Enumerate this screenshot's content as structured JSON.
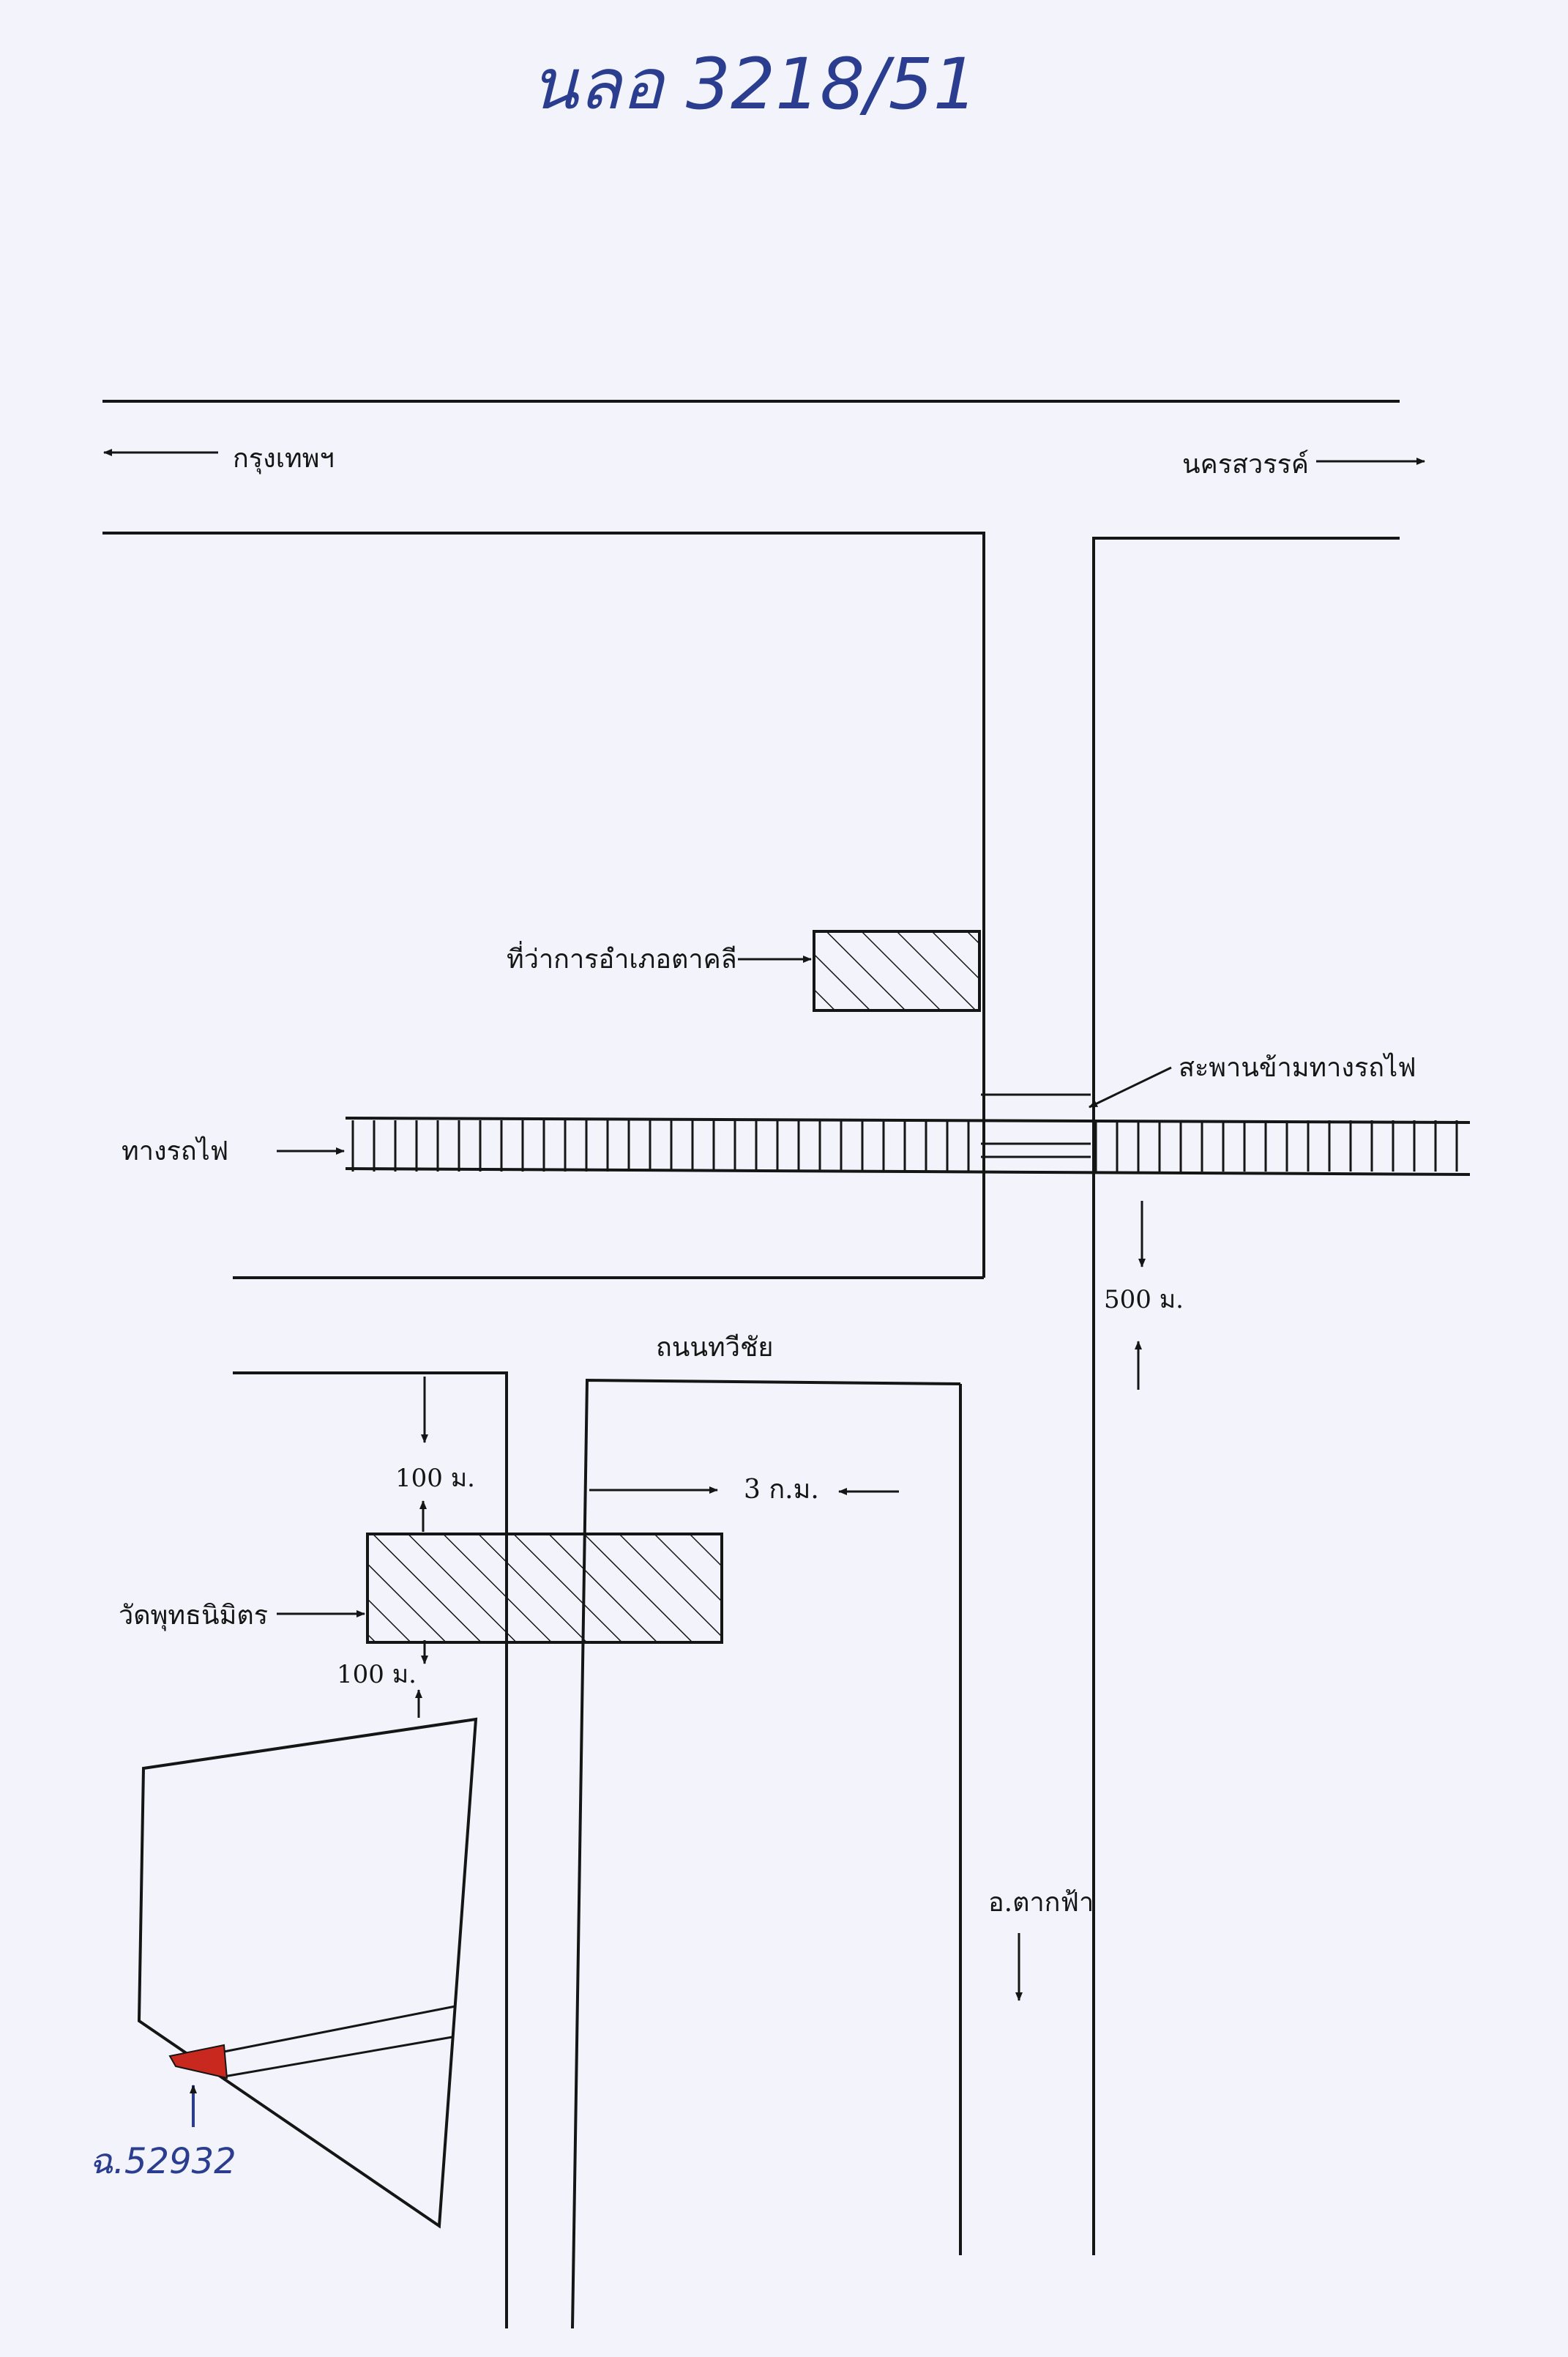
{
  "header": {
    "handwritten_ref": "นลอ 3218/51"
  },
  "map": {
    "labels": {
      "bangkok": "กรุงเทพฯ",
      "nakhon_sawan": "นครสวรรค์",
      "district_office": "ที่ว่าการอำเภอตาคลี",
      "railway_bridge": "สะพานข้ามทางรถไฟ",
      "railway": "ทางรถไฟ",
      "distance_500": "500 ม.",
      "road_thawichai": "ถนนทวีชัย",
      "distance_100_top": "100 ม.",
      "distance_3km": "3 ก.ม.",
      "temple": "วัดพุทธนิมิตร",
      "distance_100_bottom": "100 ม.",
      "tak_fa": "อ.ตากฟ้า",
      "parcel_ref": "ฉ.52932"
    },
    "colors": {
      "line": "#151515",
      "parcel": "#c8281e",
      "handwriting": "#2a3d8f",
      "paper": "#f3f4fb"
    }
  }
}
